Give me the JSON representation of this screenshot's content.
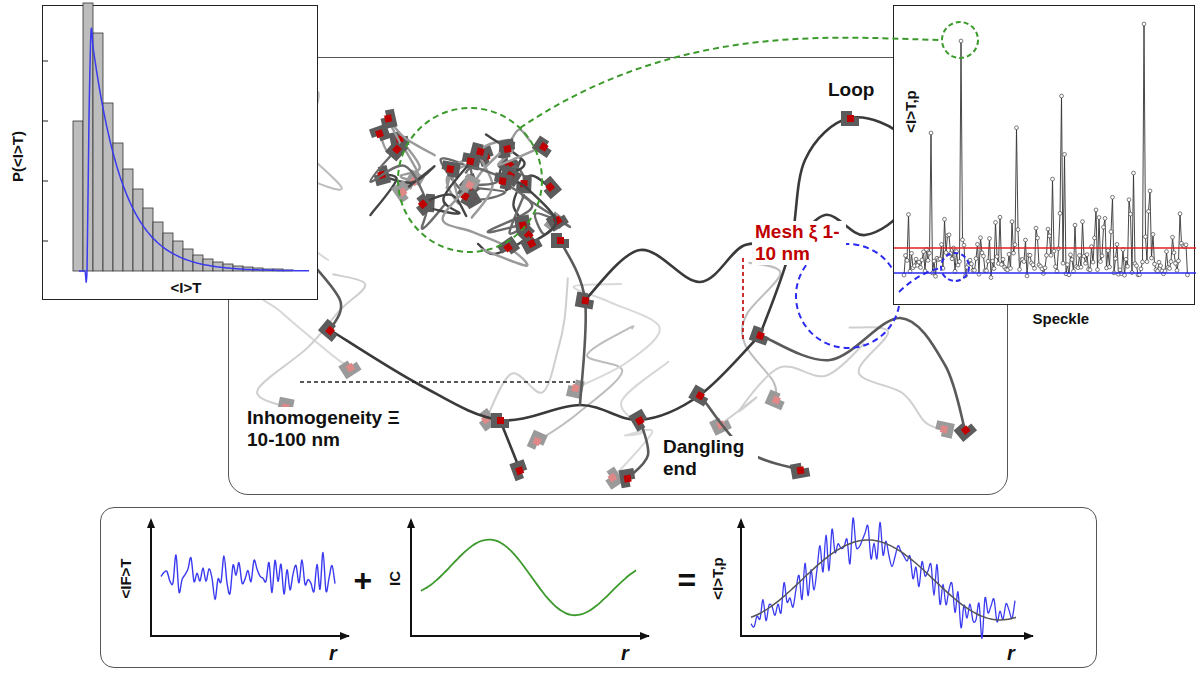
{
  "diagram": {
    "nodes": [
      {
        "text": [
          "P(<I>T)",
          "<I>T"
        ]
      },
      {
        "text": [
          "<I>T,p",
          "Speckle"
        ]
      },
      {
        "text": [
          "Loop",
          "Mesh ξ 1-10 nm",
          "Inhomogeneity Ξ 10-100 nm",
          "Dangling end"
        ]
      },
      {
        "text": [
          "<IF>T",
          "+",
          "IC",
          "=",
          "<I>T,p",
          "r",
          "r",
          "r"
        ]
      }
    ]
  }
}
